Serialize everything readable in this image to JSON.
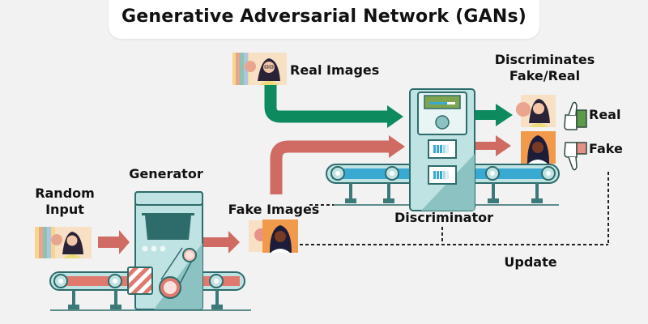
{
  "title": "Generative Adversarial Network (GANs)",
  "labels": {
    "random_input": "Random Input",
    "random_input_line1": "Random",
    "random_input_line2": "Input",
    "generator": "Generator",
    "fake_images": "Fake Images",
    "real_images": "Real Images",
    "discriminator": "Discriminator",
    "discriminates_line1": "Discriminates",
    "discriminates_line2": "Fake/Real",
    "real": "Real",
    "fake": "Fake",
    "update": "Update"
  },
  "colors": {
    "background": "#f2f2f2",
    "green_arrow": "#0e8a5f",
    "red_arrow": "#cf6b63",
    "machine_body": "#bfe2e2",
    "machine_dark": "#2e6b6b",
    "conveyor_belt_generator": "#e07a6e",
    "conveyor_belt_discriminator": "#3aa9d1",
    "thumb_up_accent": "#5a9a4a",
    "thumb_down_accent": "#e58f88"
  },
  "flow": [
    {
      "from": "Random Input",
      "to": "Generator"
    },
    {
      "from": "Generator",
      "to": "Fake Images"
    },
    {
      "from": "Fake Images",
      "to": "Discriminator"
    },
    {
      "from": "Real Images",
      "to": "Discriminator"
    },
    {
      "from": "Discriminator",
      "to": "Discriminates Fake/Real"
    },
    {
      "from": "Discriminates Fake/Real",
      "to": "Generator",
      "label": "Update",
      "style": "dashed"
    }
  ]
}
